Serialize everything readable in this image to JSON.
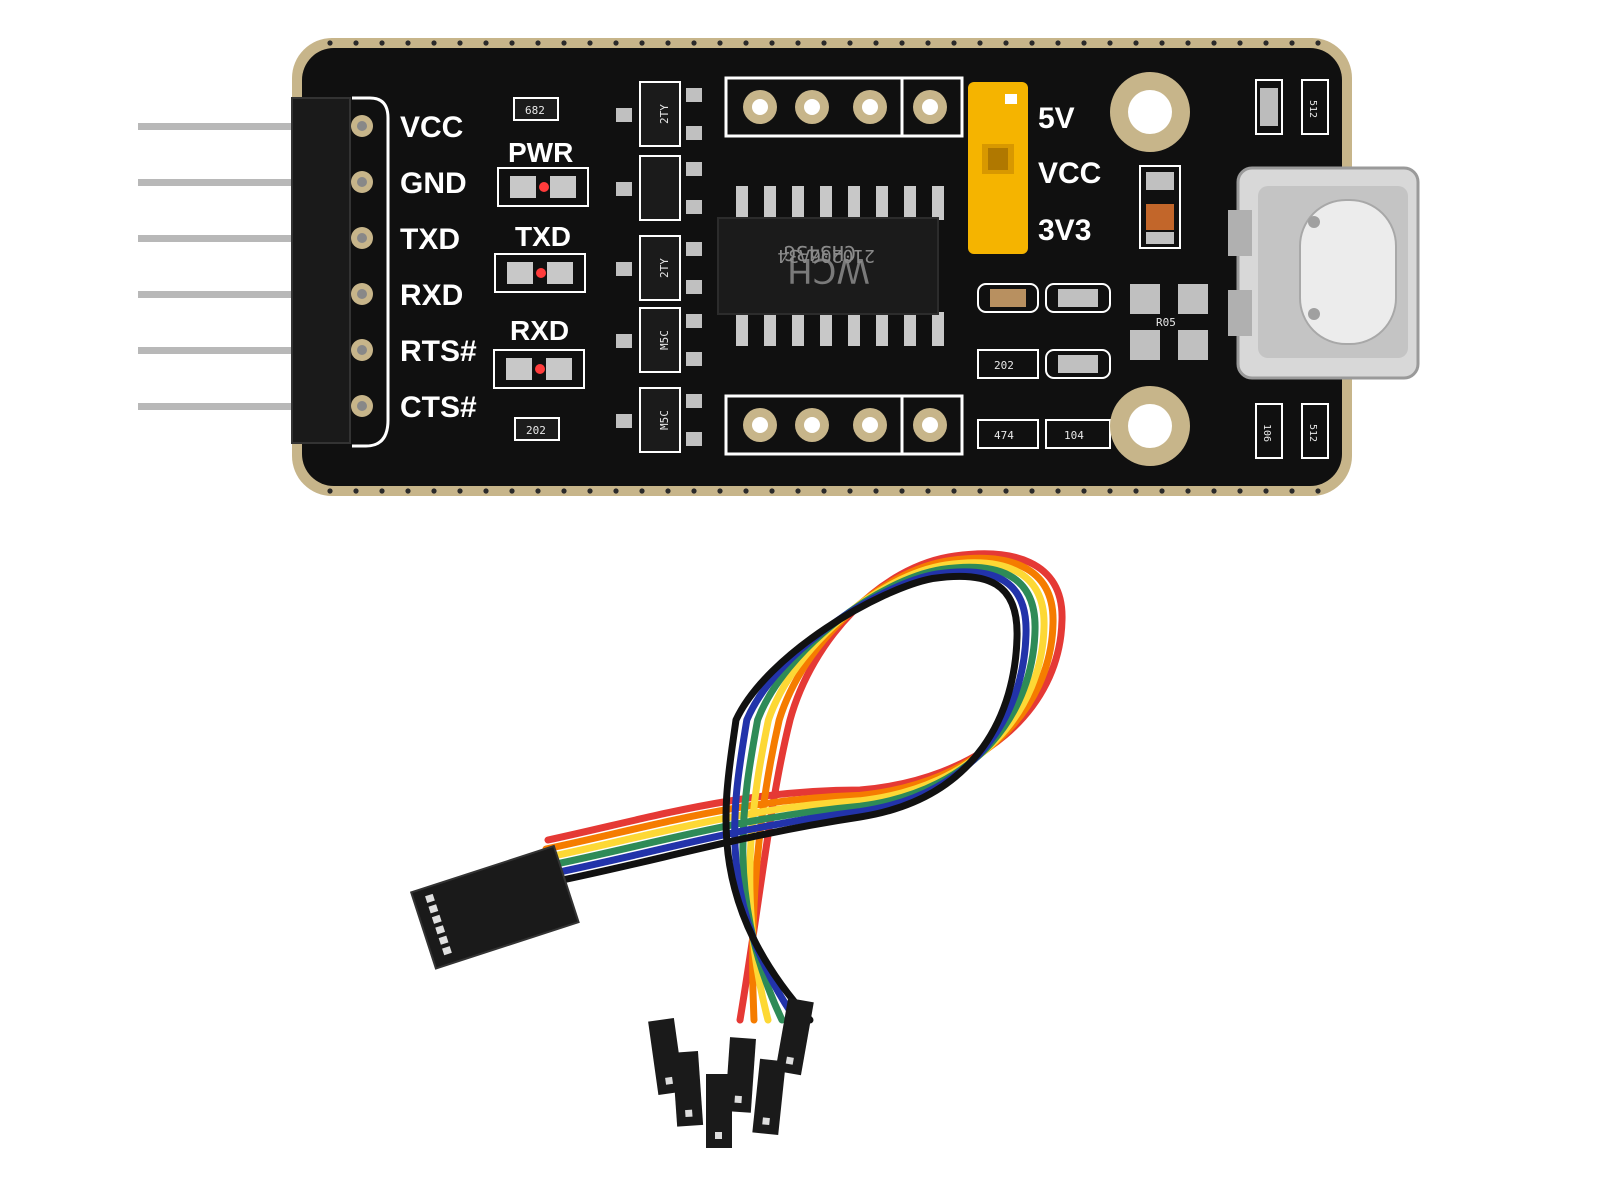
{
  "pin_labels": [
    "VCC",
    "GND",
    "TXD",
    "RXD",
    "RTS#",
    "CTS#"
  ],
  "led_labels": {
    "pwr": "PWR",
    "txd": "TXD",
    "rxd": "RXD"
  },
  "jumper_labels": {
    "v5": "5V",
    "vcc": "VCC",
    "v3": "3V3"
  },
  "chip": {
    "brand": "WCH",
    "model": "CH343G",
    "lot": "210206A34"
  },
  "component_markings": {
    "r_top": "682",
    "r_bottom_left": "202",
    "r_right_a": "202",
    "r_right_b": "474",
    "r_right_c": "104",
    "q_a": "2TY",
    "q_b": "2TY",
    "q_c": "M5C",
    "q_d": "M5C",
    "c_top_right": "512",
    "c_bottom_right_a": "106",
    "c_bottom_right_b": "512",
    "resistor_r05": "R05"
  },
  "wire_colors": [
    "#e53935",
    "#f57c00",
    "#fdd835",
    "#2e8b57",
    "#2233aa",
    "#111111"
  ],
  "colors": {
    "pcb": "#101010",
    "pcb_edge": "#c8b88a",
    "jumper": "#f5b400",
    "pin": "#b8b8b8"
  }
}
